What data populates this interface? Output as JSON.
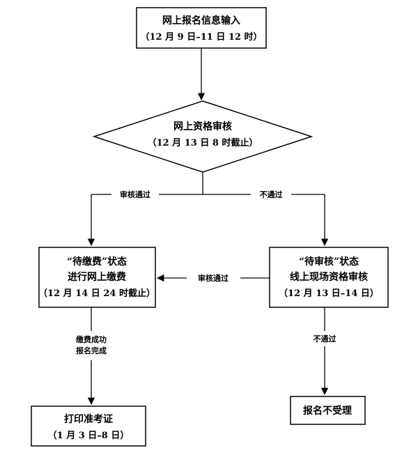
{
  "nodes": {
    "online_entry": {
      "line1": "网上报名信息输入",
      "line2": "（12 月 9 日–11 日 12 时）"
    },
    "online_review": {
      "line1": "网上资格审核",
      "line2": "（12 月 13 日 8 时截止）"
    },
    "pending_payment": {
      "line1": "“待缴费”状态",
      "line2": "进行网上缴费",
      "line3": "（12 月 14 日 24 时截止）"
    },
    "pending_review": {
      "line1": "“待审核”状态",
      "line2": "线上现场资格审核",
      "line3": "（12 月 13 日–14 日）"
    },
    "print_ticket": {
      "line1": "打印准考证",
      "line2": "（1 月 3 日–8 日）"
    },
    "rejected": {
      "line1": "报名不受理"
    }
  },
  "edge_labels": {
    "pass_left": "审核通过",
    "fail_right": "不通过",
    "pass_mid": "审核通过",
    "fail_bottom": "不通过",
    "paid_line1": "缴费成功",
    "paid_line2": "报名完成"
  }
}
